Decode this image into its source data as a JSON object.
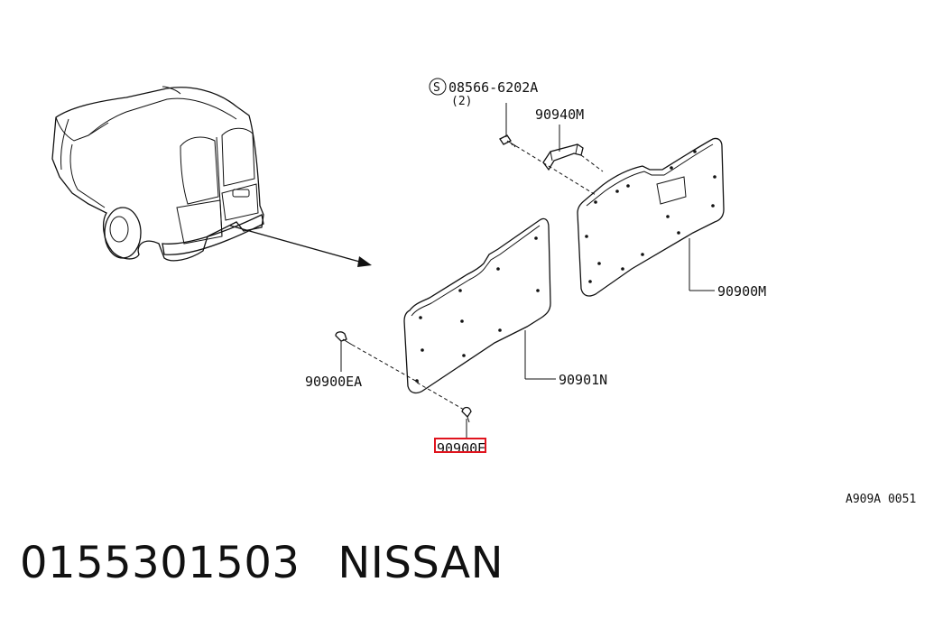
{
  "callouts": {
    "screw": "08566-6202A",
    "screw_qty": "(2)",
    "screw_symbol": "S",
    "handle": "90940M",
    "upper_panel": "90900M",
    "lower_panel": "90901N",
    "left_clip": "90900EA",
    "bottom_clip": "90900E"
  },
  "diagram_ref": "A909A 0051",
  "footer": {
    "part_number": "0155301503",
    "brand": "NISSAN"
  },
  "highlight_color": "#e0141e"
}
